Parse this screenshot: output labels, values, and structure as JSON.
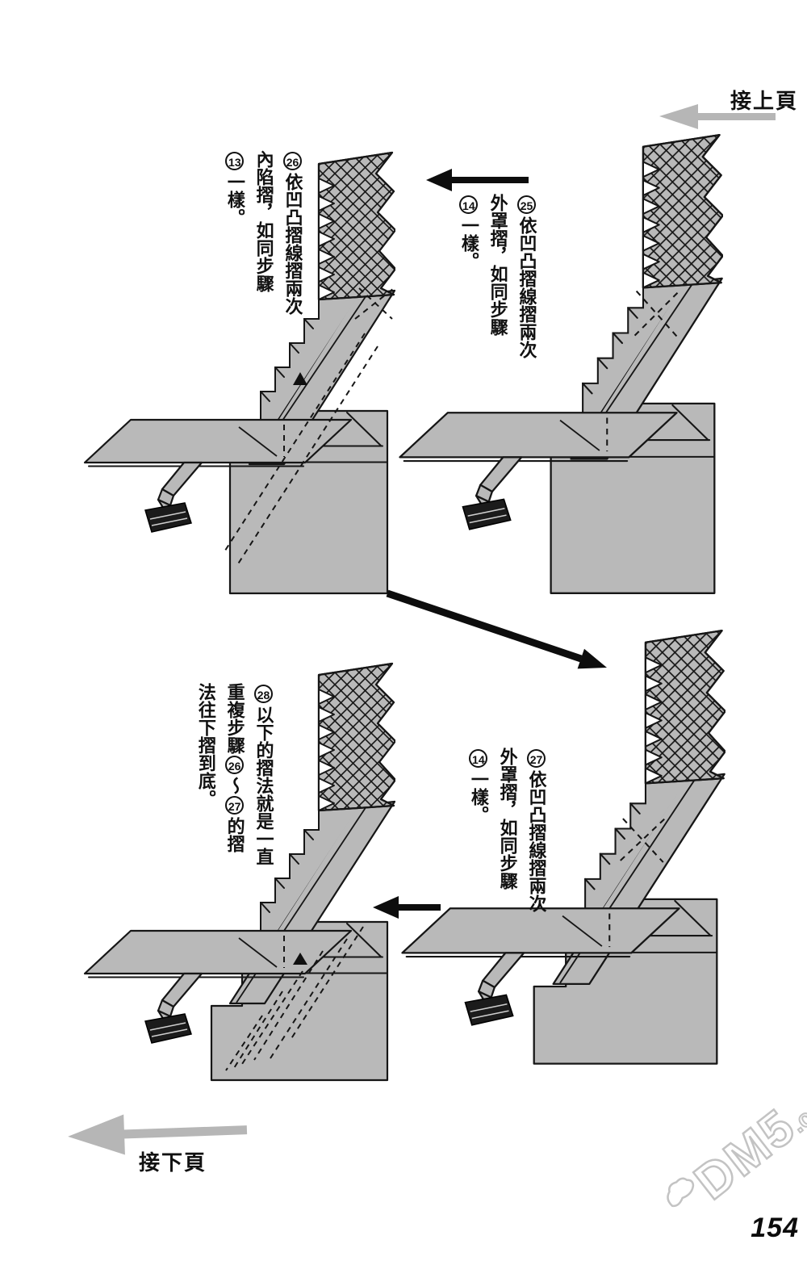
{
  "header": {
    "prev_page_label": "接上頁"
  },
  "footer": {
    "next_page_label": "接下頁",
    "page_number": "154"
  },
  "watermark": {
    "main": "DM5",
    "suffix": ".com"
  },
  "colors": {
    "paper": "#b9b9b9",
    "line": "#161616",
    "nav_arrow": "#b6b6b6",
    "watermark_outline": "#c3c3c3"
  },
  "steps": [
    {
      "id": "25",
      "columns": [
        [
          {
            "c": "25"
          },
          {
            "t": "依凹凸摺線摺兩次"
          }
        ],
        [
          {
            "t": "外罩摺，如同步驟"
          }
        ],
        [
          {
            "c": "14"
          },
          {
            "t": "一樣。"
          }
        ]
      ]
    },
    {
      "id": "26",
      "columns": [
        [
          {
            "c": "26"
          },
          {
            "t": "依凹凸摺線摺兩次"
          }
        ],
        [
          {
            "t": "內陷摺，如同步驟"
          }
        ],
        [
          {
            "c": "13"
          },
          {
            "t": "一樣。"
          }
        ]
      ]
    },
    {
      "id": "27",
      "columns": [
        [
          {
            "c": "27"
          },
          {
            "t": "依凹凸摺線摺兩次"
          }
        ],
        [
          {
            "t": "外罩摺，如同步驟"
          }
        ],
        [
          {
            "c": "14"
          },
          {
            "t": "一樣。"
          }
        ]
      ]
    },
    {
      "id": "28",
      "columns": [
        [
          {
            "c": "28"
          },
          {
            "t": "以下的摺法就是一直"
          }
        ],
        [
          {
            "t": "重複步驟"
          },
          {
            "c": "26"
          },
          {
            "t": "〜"
          },
          {
            "c": "27"
          },
          {
            "t": "的摺"
          }
        ],
        [
          {
            "t": "法往下摺到底。"
          }
        ]
      ]
    }
  ]
}
